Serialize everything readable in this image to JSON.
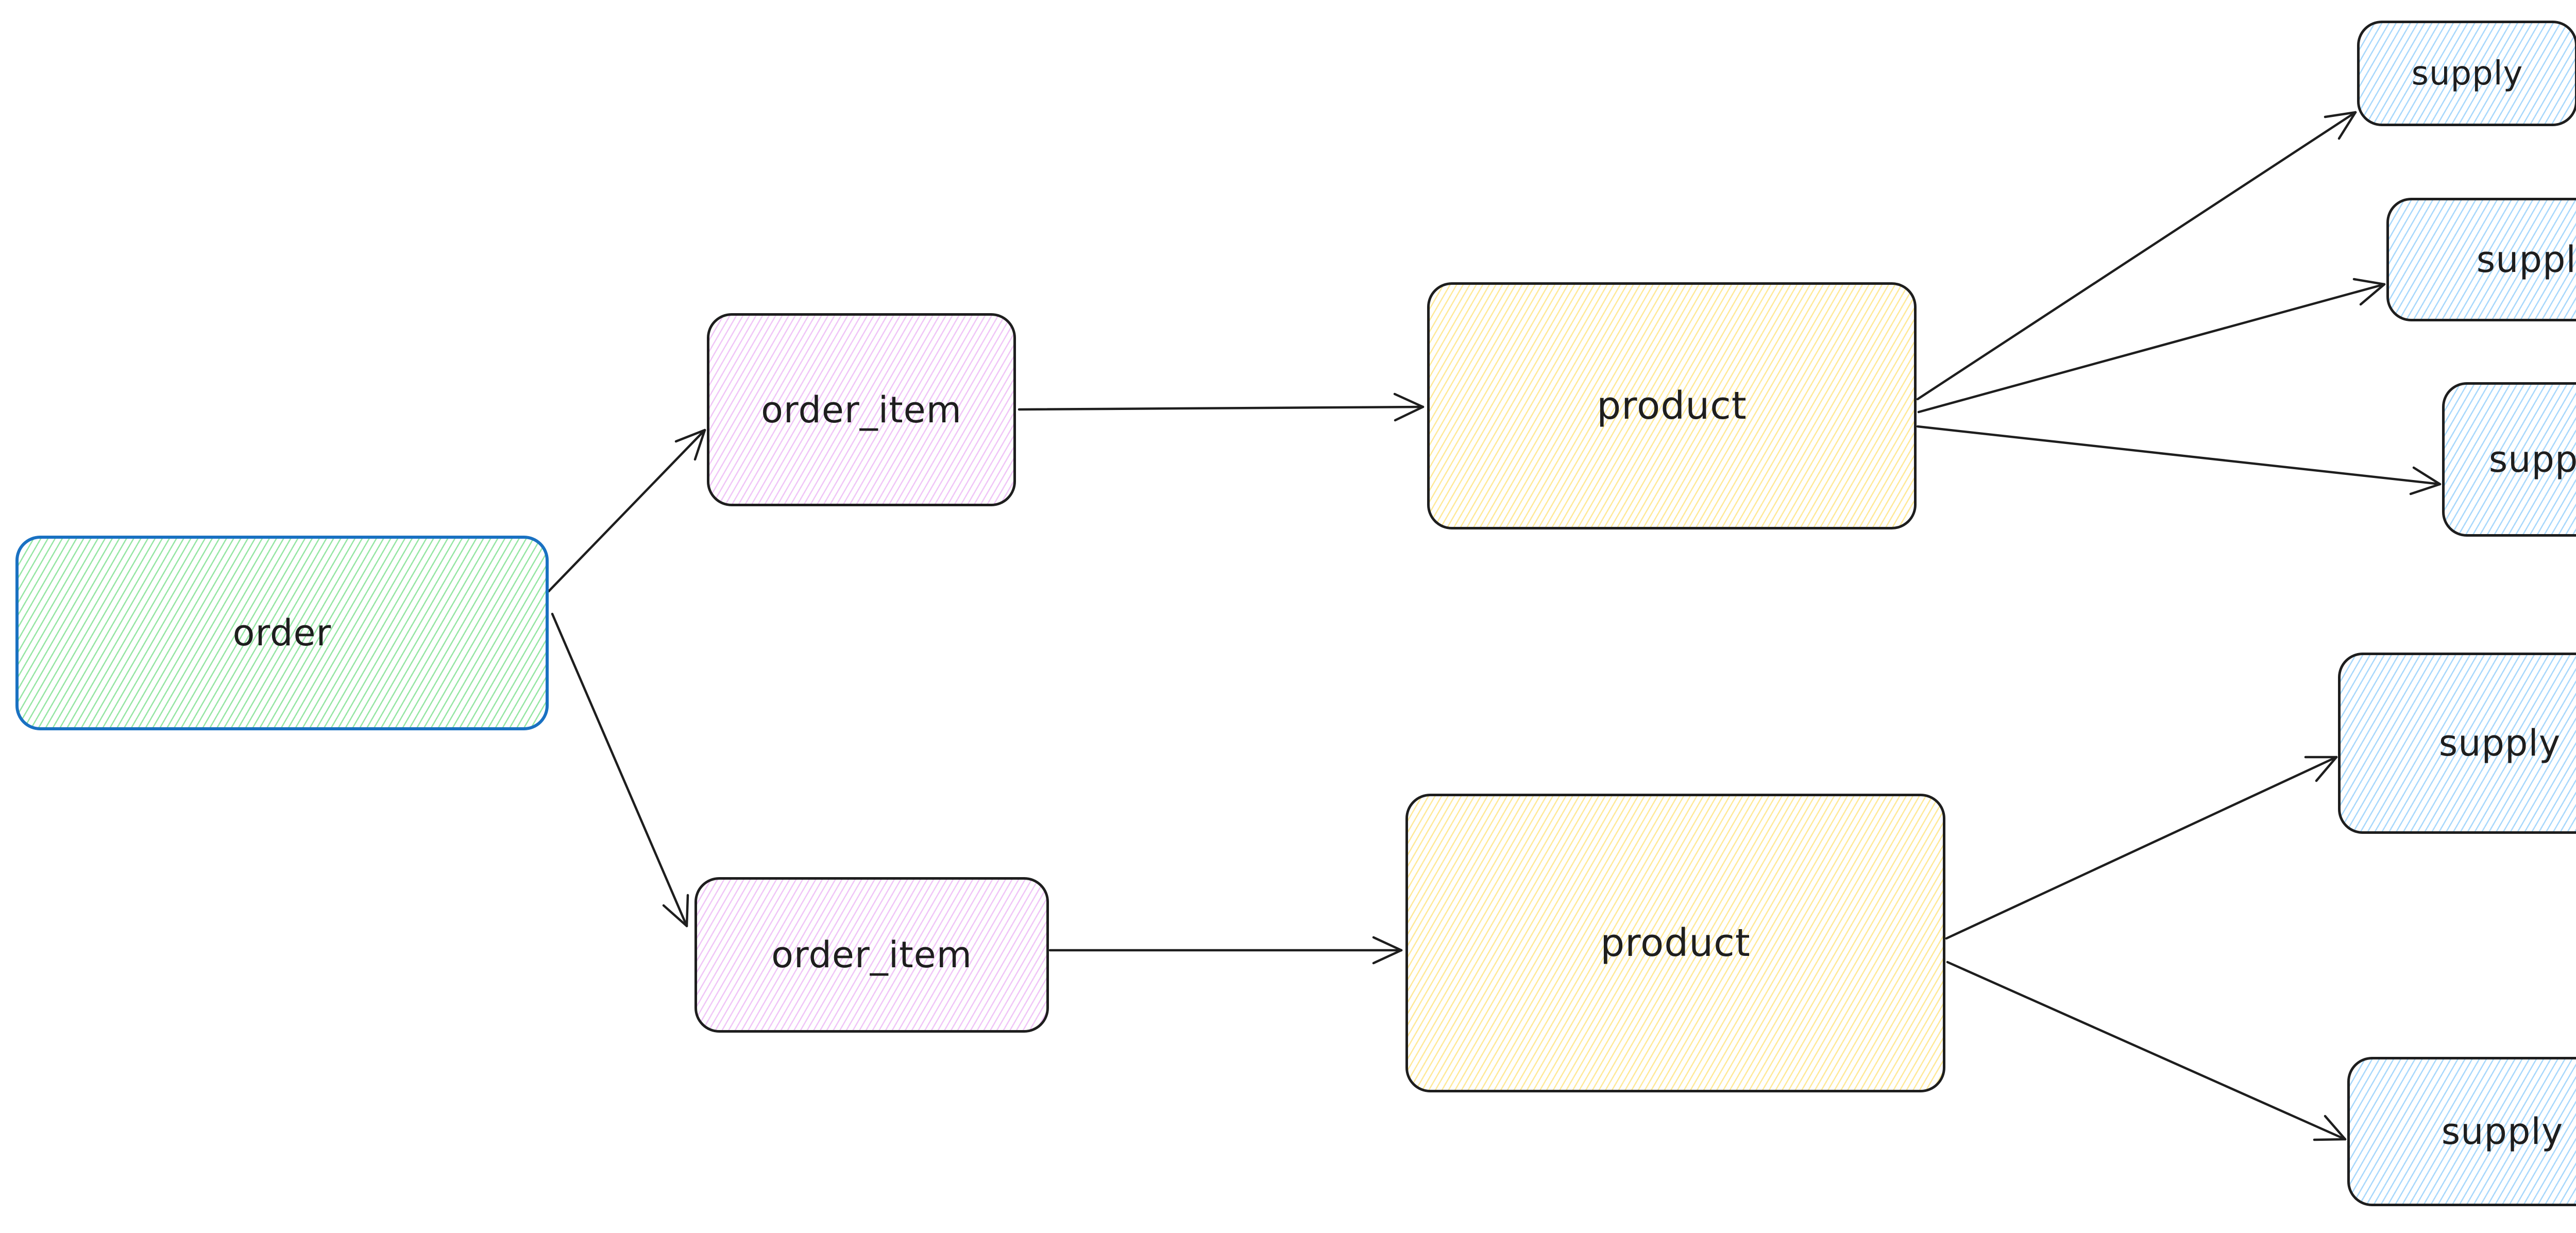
{
  "diagram": {
    "kind": "entity-relationship sketch",
    "palette": {
      "stroke_default": "#1e1e1e",
      "stroke_order_box": "#1971c2",
      "hachure_green": "#96e6a4",
      "hachure_violet": "#f0c6f7",
      "hachure_yellow": "#ffe999",
      "hachure_blue": "#a8d8fc",
      "arrow": "#1e1e1e",
      "background": "#ffffff"
    },
    "nodes": [
      {
        "id": "order",
        "label": "order",
        "fill": "green"
      },
      {
        "id": "order_item_1",
        "label": "order_item",
        "fill": "violet"
      },
      {
        "id": "order_item_2",
        "label": "order_item",
        "fill": "violet"
      },
      {
        "id": "product_1",
        "label": "product",
        "fill": "yellow"
      },
      {
        "id": "product_2",
        "label": "product",
        "fill": "yellow"
      },
      {
        "id": "supply_1",
        "label": "supply",
        "fill": "blue"
      },
      {
        "id": "supply_2",
        "label": "supply",
        "fill": "blue"
      },
      {
        "id": "supply_3",
        "label": "supply",
        "fill": "blue"
      },
      {
        "id": "supply_4",
        "label": "supply",
        "fill": "blue"
      },
      {
        "id": "supply_5",
        "label": "supply",
        "fill": "blue"
      }
    ],
    "edges": [
      {
        "from": "order",
        "to": "order_item_1"
      },
      {
        "from": "order",
        "to": "order_item_2"
      },
      {
        "from": "order_item_1",
        "to": "product_1"
      },
      {
        "from": "order_item_2",
        "to": "product_2"
      },
      {
        "from": "product_1",
        "to": "supply_1"
      },
      {
        "from": "product_1",
        "to": "supply_2"
      },
      {
        "from": "product_1",
        "to": "supply_3"
      },
      {
        "from": "product_2",
        "to": "supply_4"
      },
      {
        "from": "product_2",
        "to": "supply_5"
      }
    ]
  }
}
